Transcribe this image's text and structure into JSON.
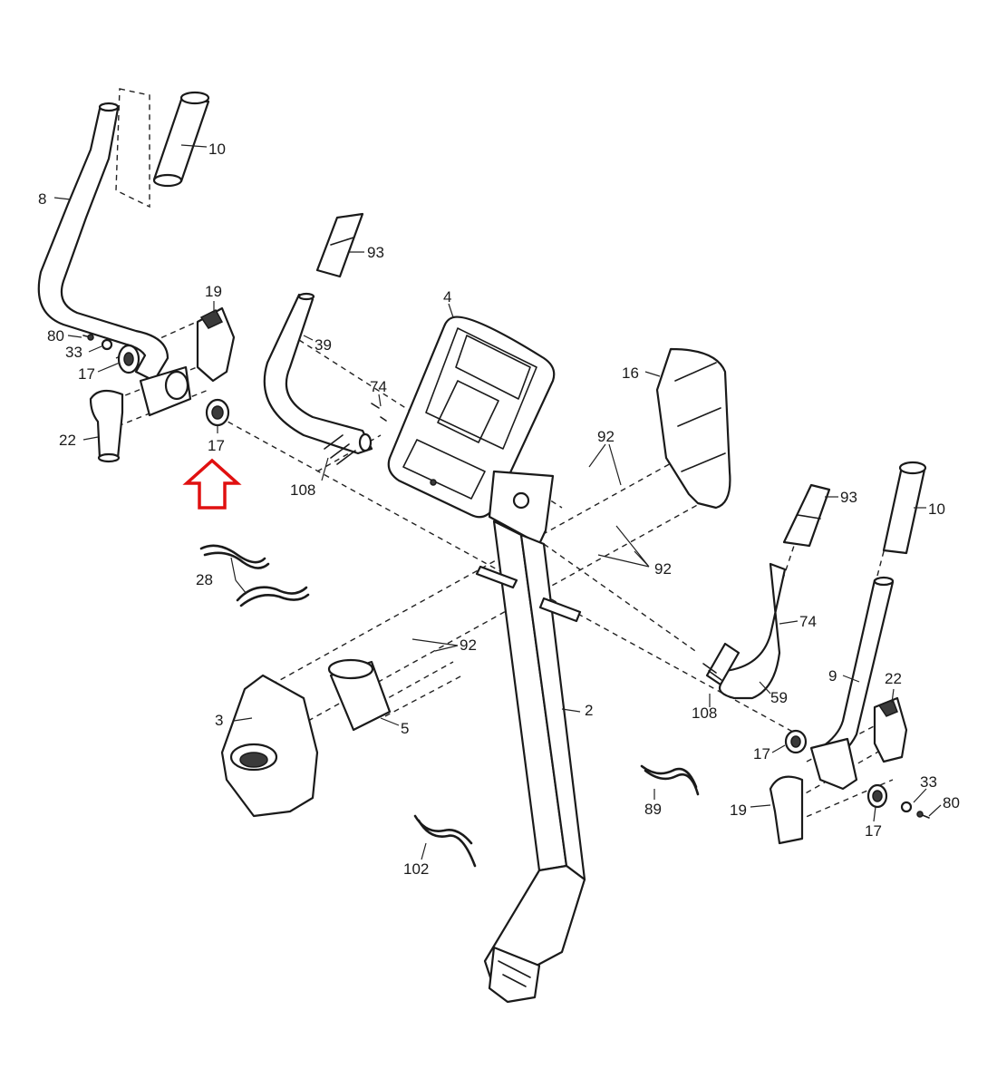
{
  "labels": {
    "p8": "8",
    "p10_left": "10",
    "p93_left": "93",
    "p19_left": "19",
    "p80_left": "80",
    "p33_left": "33",
    "p17_left_top": "17",
    "p22_left": "22",
    "p17_highlight": "17",
    "p39": "39",
    "p4": "4",
    "p74_left": "74",
    "p108_left": "108",
    "p16": "16",
    "p92_top": "92",
    "p92_mid": "92",
    "p28": "28",
    "p92_low": "92",
    "p3": "3",
    "p5": "5",
    "p2": "2",
    "p93_right": "93",
    "p10_right": "10",
    "p74_right": "74",
    "p108_right": "108",
    "p59": "59",
    "p9": "9",
    "p22_right": "22",
    "p17_right_top": "17",
    "p33_right": "33",
    "p80_right": "80",
    "p19_right": "19",
    "p17_right_bottom": "17",
    "p89": "89",
    "p102": "102"
  },
  "highlight": {
    "target_part": "17",
    "color": "#e01010"
  }
}
